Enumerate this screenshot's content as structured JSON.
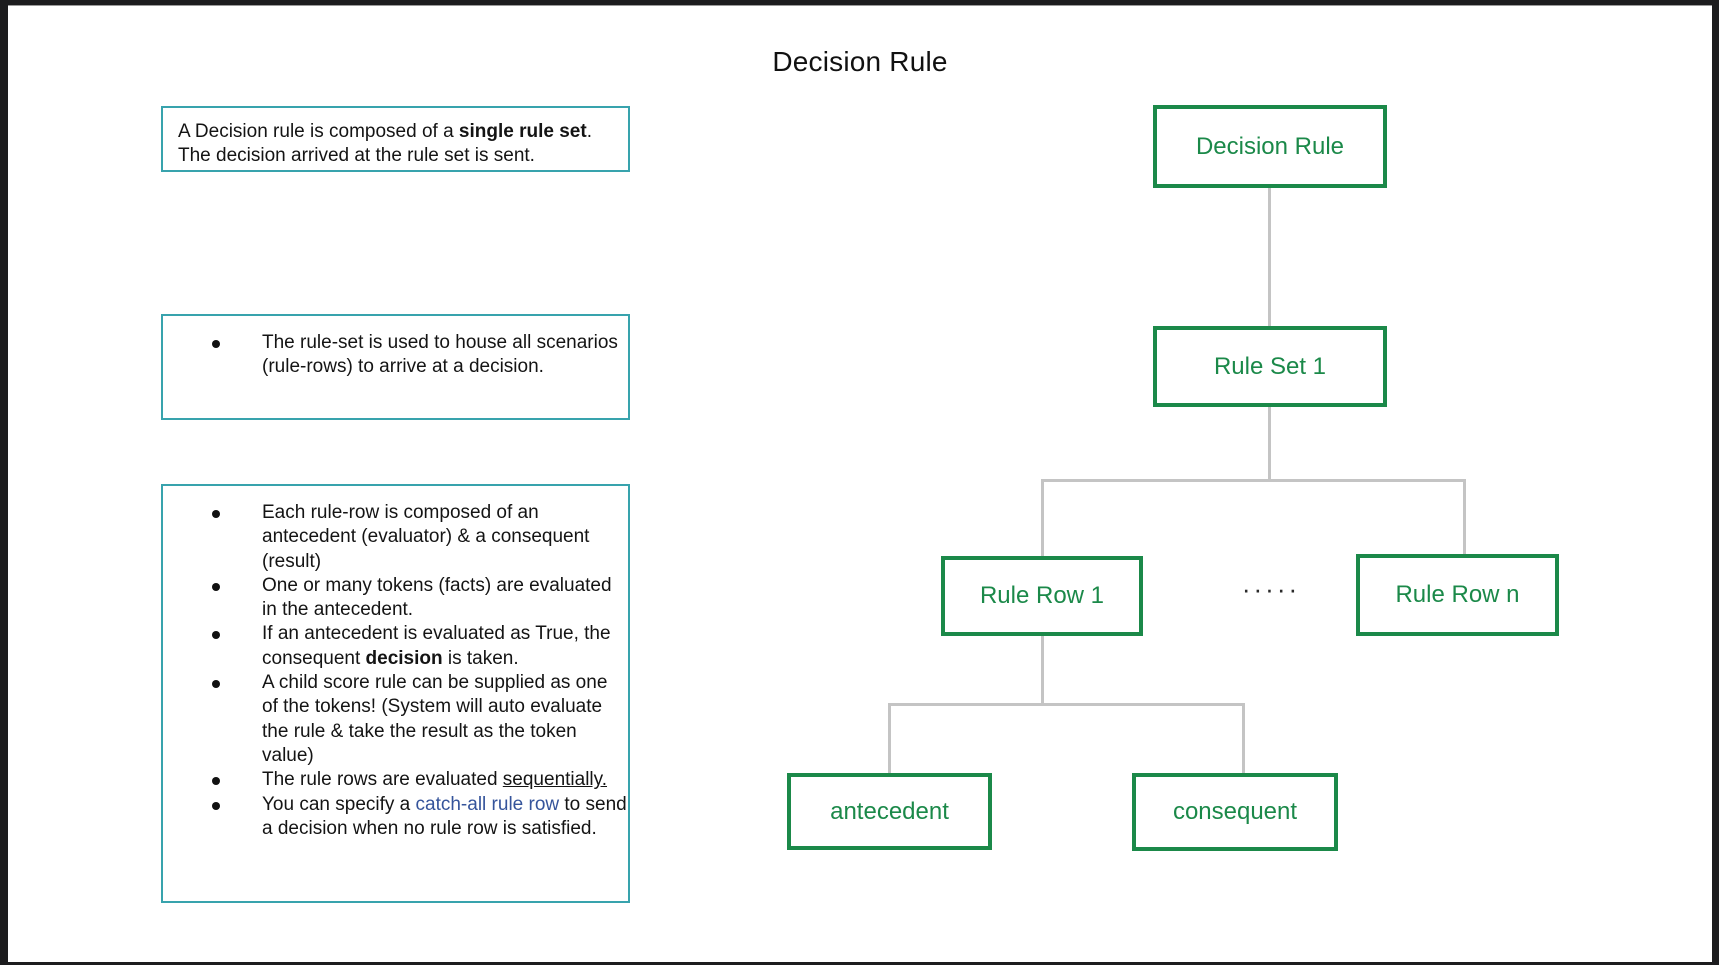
{
  "page": {
    "title": "Decision Rule"
  },
  "colors": {
    "node_green": "#1b8949",
    "note_border_teal": "#38a3ad",
    "connector_gray": "#c4c4c4",
    "link_blue": "#35549b",
    "frame_black": "#1c1c1e"
  },
  "info_boxes": {
    "box1": {
      "segments": [
        {
          "t": "A Decision rule is composed of a "
        },
        {
          "t": "single rule set",
          "b": true
        },
        {
          "t": ". The decision arrived at the rule set is sent."
        }
      ]
    },
    "box2": {
      "bullets": [
        {
          "segments": [
            {
              "t": "The rule-set is used to house all scenarios (rule-rows) to arrive at a decision."
            }
          ]
        }
      ]
    },
    "box3": {
      "bullets": [
        {
          "segments": [
            {
              "t": "Each rule-row is composed of an antecedent (evaluator) & a consequent (result)"
            }
          ]
        },
        {
          "segments": [
            {
              "t": "One or many tokens (facts) are evaluated in the antecedent."
            }
          ]
        },
        {
          "segments": [
            {
              "t": "If an antecedent is evaluated as True, the consequent "
            },
            {
              "t": "decision",
              "b": true
            },
            {
              "t": " is taken."
            }
          ]
        },
        {
          "segments": [
            {
              "t": "A child score rule can be supplied as one of the tokens! (System will auto evaluate the rule & take the result as the token value)"
            }
          ]
        },
        {
          "segments": [
            {
              "t": "The rule rows are evaluated "
            },
            {
              "t": "sequentially.",
              "u": true
            }
          ]
        },
        {
          "segments": [
            {
              "t": "You can specify a "
            },
            {
              "t": "catch-all rule row",
              "link": true
            },
            {
              "t": " to send a decision when no rule row is satisfied."
            }
          ]
        }
      ]
    }
  },
  "diagram": {
    "nodes": {
      "decision_rule": "Decision Rule",
      "rule_set": "Rule Set 1",
      "rule_row_1": "Rule Row 1",
      "rule_row_n": "Rule Row n",
      "antecedent": "antecedent",
      "consequent": "consequent"
    },
    "ellipsis": "·····"
  }
}
